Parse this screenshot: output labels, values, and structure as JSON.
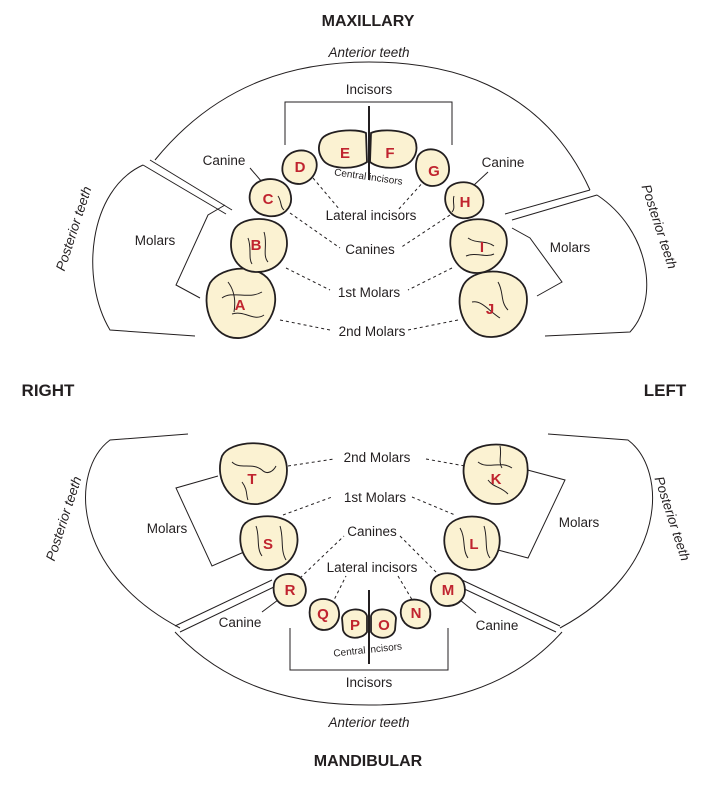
{
  "maxillary": {
    "title": "MAXILLARY",
    "anterior": "Anterior teeth",
    "incisors": "Incisors",
    "canine_right": "Canine",
    "canine_left": "Canine",
    "molars_right": "Molars",
    "molars_left": "Molars",
    "posterior_right": "Posterior teeth",
    "posterior_left": "Posterior teeth",
    "row_labels": {
      "central": "Central incisors",
      "lateral": "Lateral incisors",
      "canines": "Canines",
      "first_molars": "1st Molars",
      "second_molars": "2nd Molars"
    },
    "teeth": [
      "A",
      "B",
      "C",
      "D",
      "E",
      "F",
      "G",
      "H",
      "I",
      "J"
    ]
  },
  "sides": {
    "right": "RIGHT",
    "left": "LEFT"
  },
  "mandibular": {
    "title": "MANDIBULAR",
    "anterior": "Anterior teeth",
    "incisors": "Incisors",
    "canine_right": "Canine",
    "canine_left": "Canine",
    "molars_right": "Molars",
    "molars_left": "Molars",
    "posterior_right": "Posterior teeth",
    "posterior_left": "Posterior teeth",
    "row_labels": {
      "central": "Central incisors",
      "lateral": "Lateral incisors",
      "canines": "Canines",
      "first_molars": "1st Molars",
      "second_molars": "2nd Molars"
    },
    "teeth": [
      "K",
      "L",
      "M",
      "N",
      "O",
      "P",
      "Q",
      "R",
      "S",
      "T"
    ]
  },
  "colors": {
    "tooth_fill": "#fbf2d2",
    "letter": "#c0242f",
    "line": "#231f20"
  }
}
